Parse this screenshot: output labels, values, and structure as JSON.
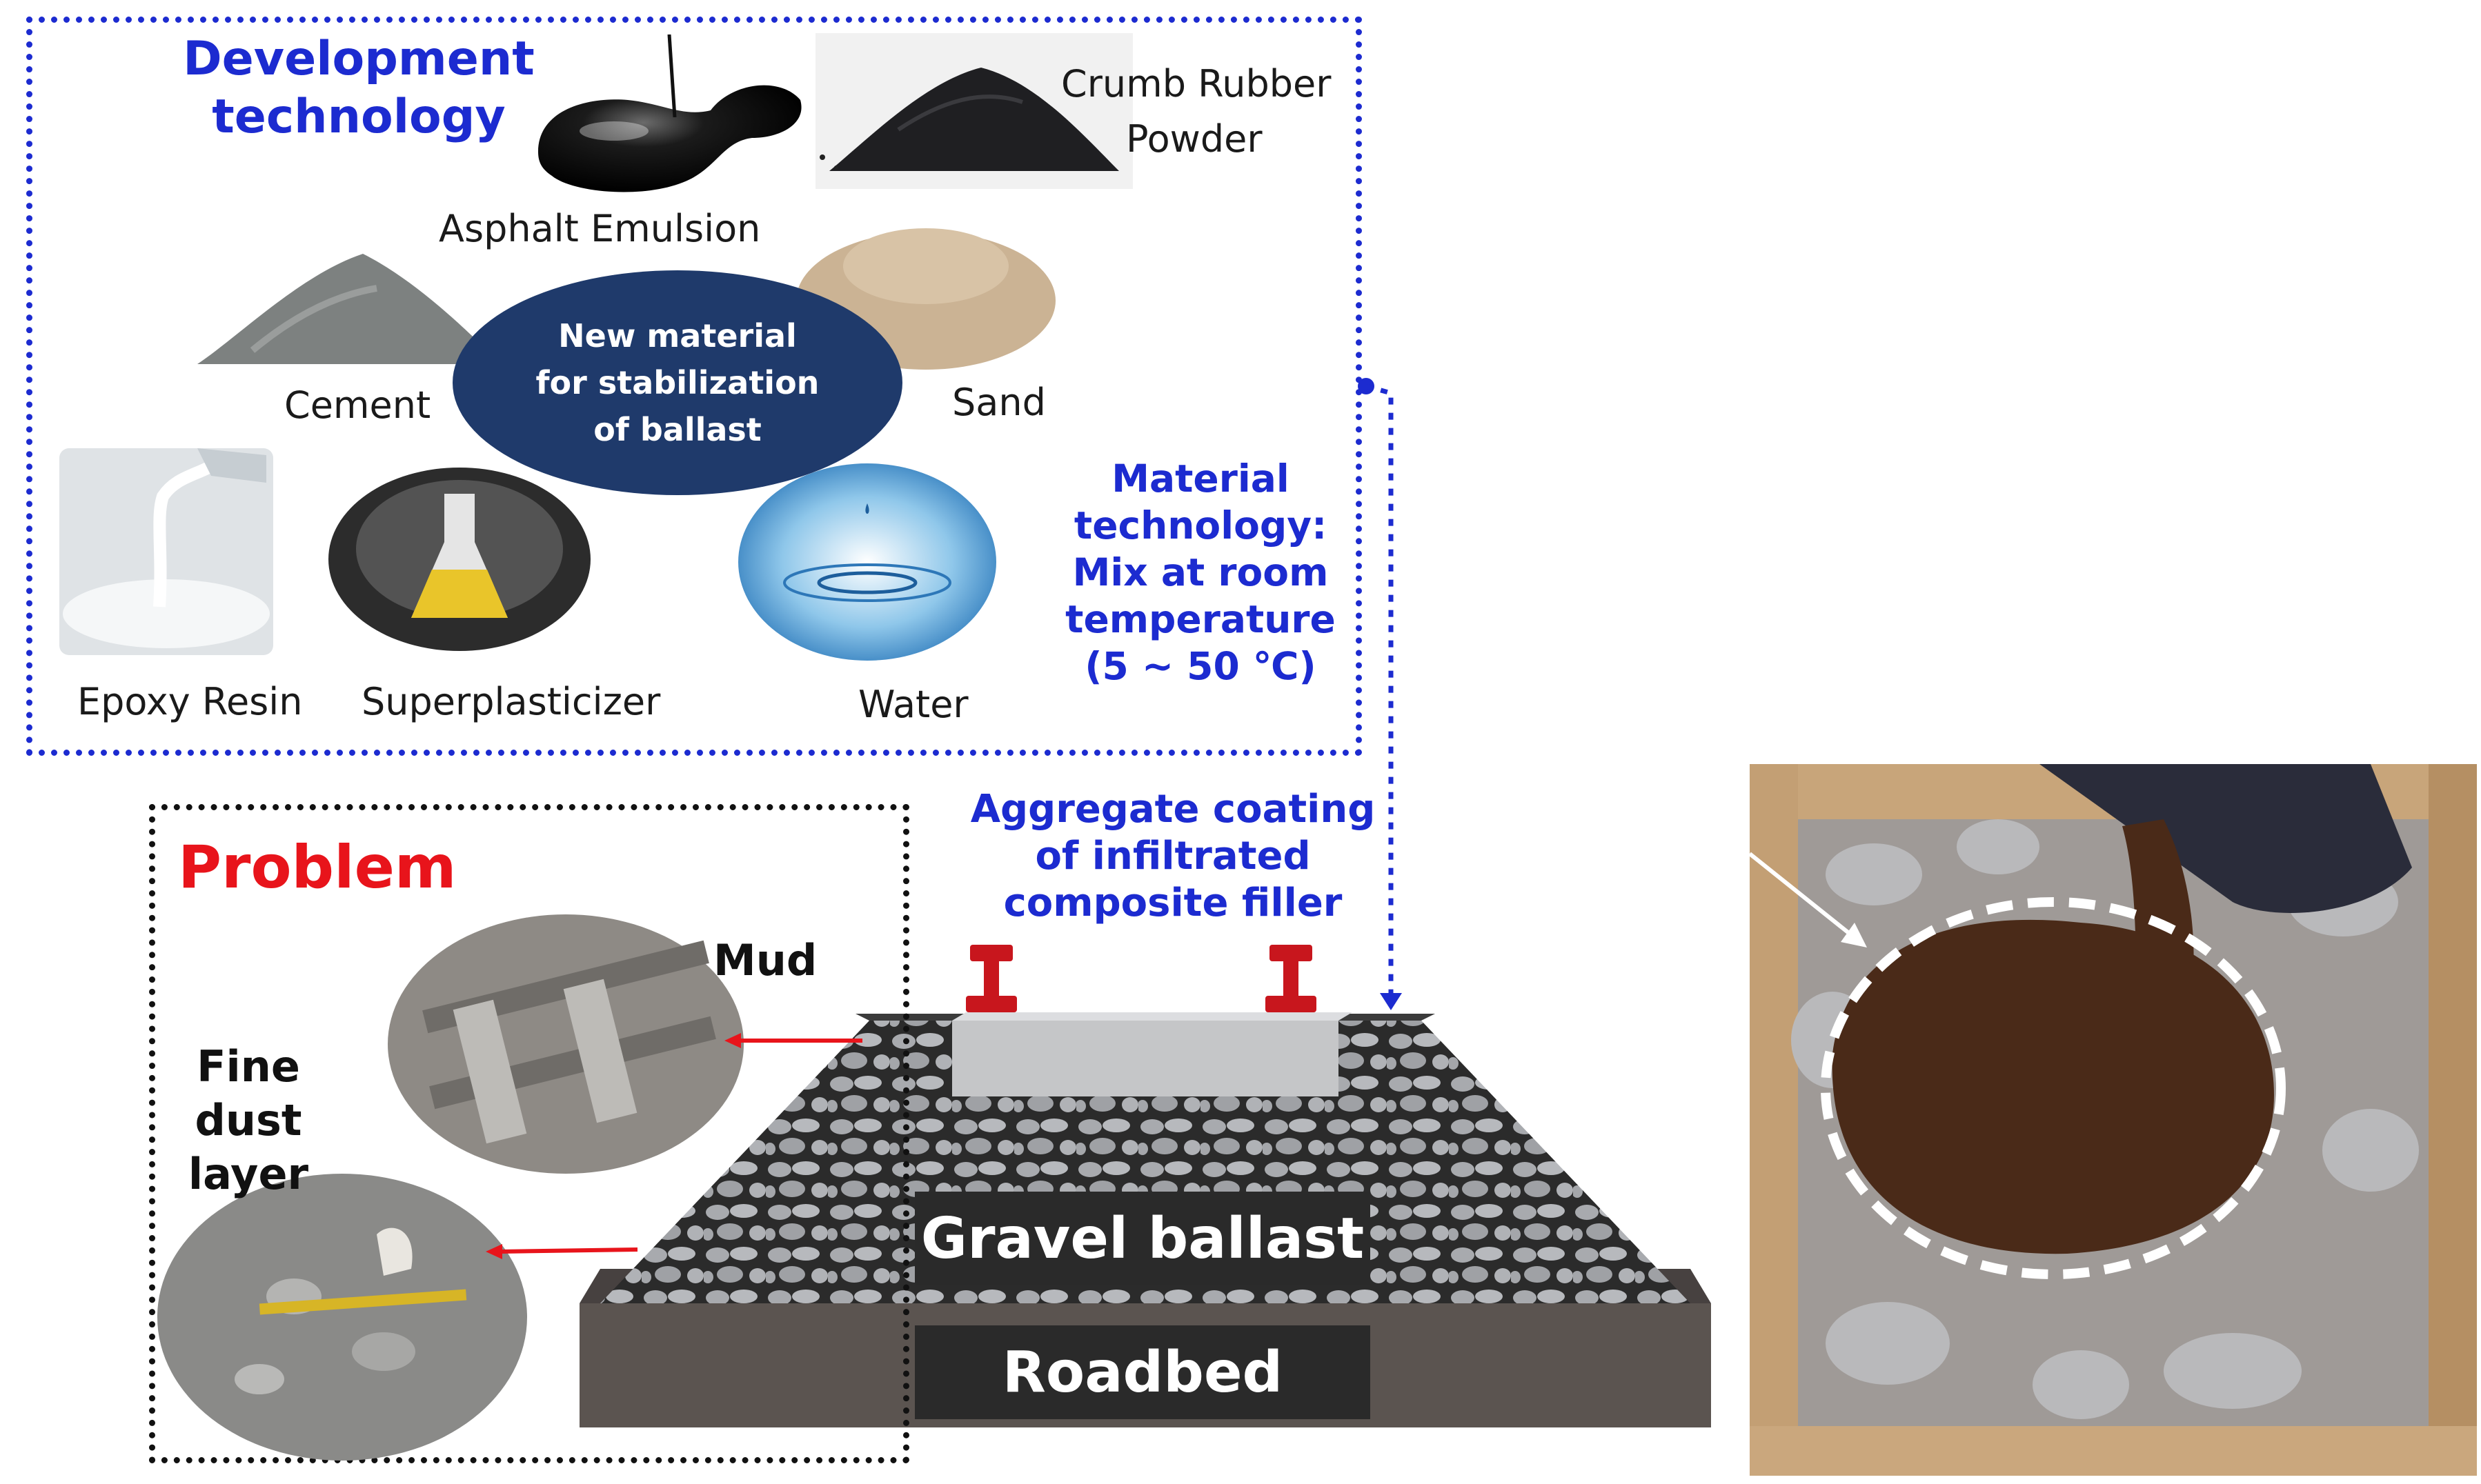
{
  "development": {
    "title_line1": "Development",
    "title_line2": "technology",
    "materials": {
      "asphalt": "Asphalt Emulsion",
      "crumb_line1": "Crumb Rubber",
      "crumb_line2": "Powder",
      "cement": "Cement",
      "sand": "Sand",
      "epoxy": "Epoxy Resin",
      "superplasticizer": "Superplasticizer",
      "water": "Water"
    },
    "center_line1": "New material",
    "center_line2": "for  stabilization",
    "center_line3": "of ballast",
    "note_line1": "Material",
    "note_line2": "technology:",
    "note_line3": "Mix at room",
    "note_line4": "temperature",
    "note_line5": "(5 ~ 50 ℃)"
  },
  "coating": {
    "line1": "Aggregate coating",
    "line2": "of infiltrated",
    "line3": "composite filler"
  },
  "problem": {
    "title": "Problem",
    "mud": "Mud",
    "fine_line1": "Fine",
    "fine_line2": "dust",
    "fine_line3": "layer"
  },
  "layers": {
    "gravel": "Gravel ballast",
    "roadbed": "Roadbed"
  },
  "colors": {
    "accent_blue": "#1c2bd0",
    "problem_red": "#e8141b",
    "ellipse_navy": "#1f3a6b",
    "rail_red": "#c8161d"
  }
}
